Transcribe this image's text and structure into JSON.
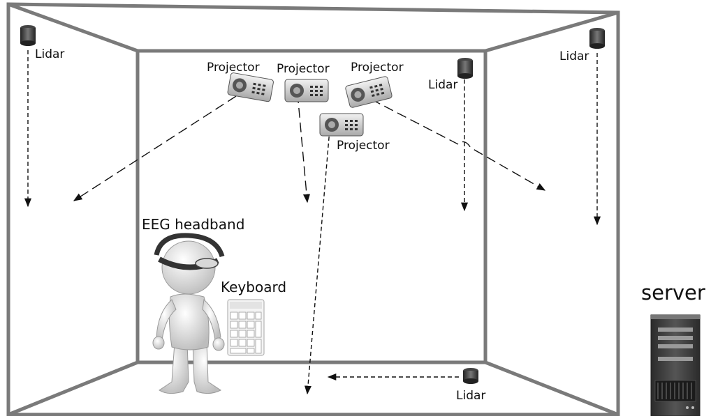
{
  "labels": {
    "lidar_top_left": "Lidar",
    "lidar_top_right": "Lidar",
    "lidar_center": "Lidar",
    "lidar_bottom": "Lidar",
    "projector_1": "Projector",
    "projector_2": "Projector",
    "projector_3": "Projector",
    "projector_4": "Projector",
    "eeg_headband": "EEG headband",
    "keyboard": "Keyboard",
    "server": "server"
  },
  "colors": {
    "room_frame": "#7a7a7a",
    "arrow": "#111111",
    "device_dark": "#4a4a4a",
    "device_light": "#cfcfcf",
    "figure": "#e9e9e9",
    "server_body": "#3a3a3a"
  },
  "icons": [
    "lidar-icon",
    "projector-icon",
    "person-figure",
    "eeg-headband-icon",
    "keypad-icon",
    "server-icon"
  ]
}
